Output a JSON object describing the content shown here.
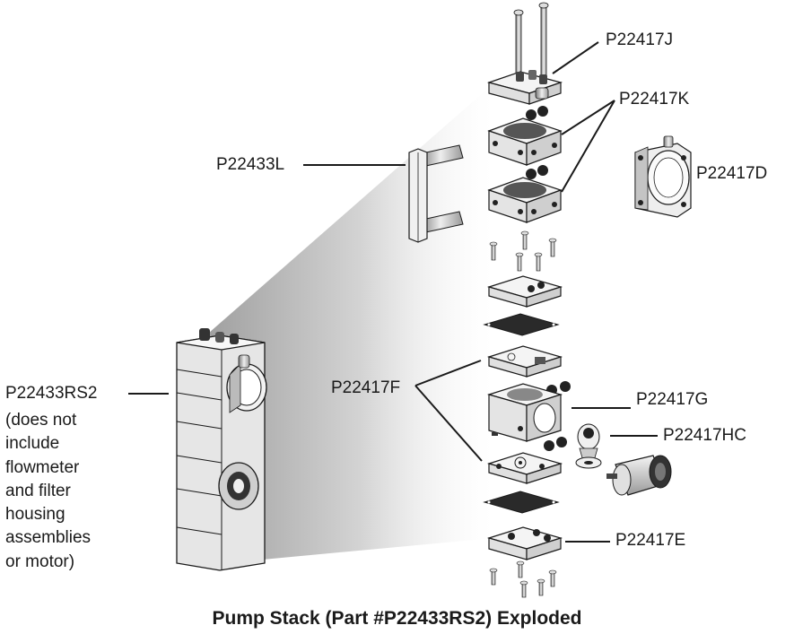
{
  "caption": "Pump Stack (Part #P22433RS2) Exploded",
  "labels": {
    "p22417j": "P22417J",
    "p22417k": "P22417K",
    "p22433l": "P22433L",
    "p22417d": "P22417D",
    "p22433rs2": "P22433RS2",
    "p22417f": "P22417F",
    "p22417g": "P22417G",
    "p22417hc": "P22417HC",
    "p22417e": "P22417E"
  },
  "note_lines": [
    "(does not",
    "include",
    "flowmeter",
    "and filter",
    "housing",
    "assemblies",
    "or motor)"
  ],
  "colors": {
    "line": "#1a1a1a",
    "part_fill": "#e9e9e9",
    "part_top": "#f6f6f6",
    "shade_dark": "#a8a8a8",
    "shade_light": "#ffffff"
  }
}
